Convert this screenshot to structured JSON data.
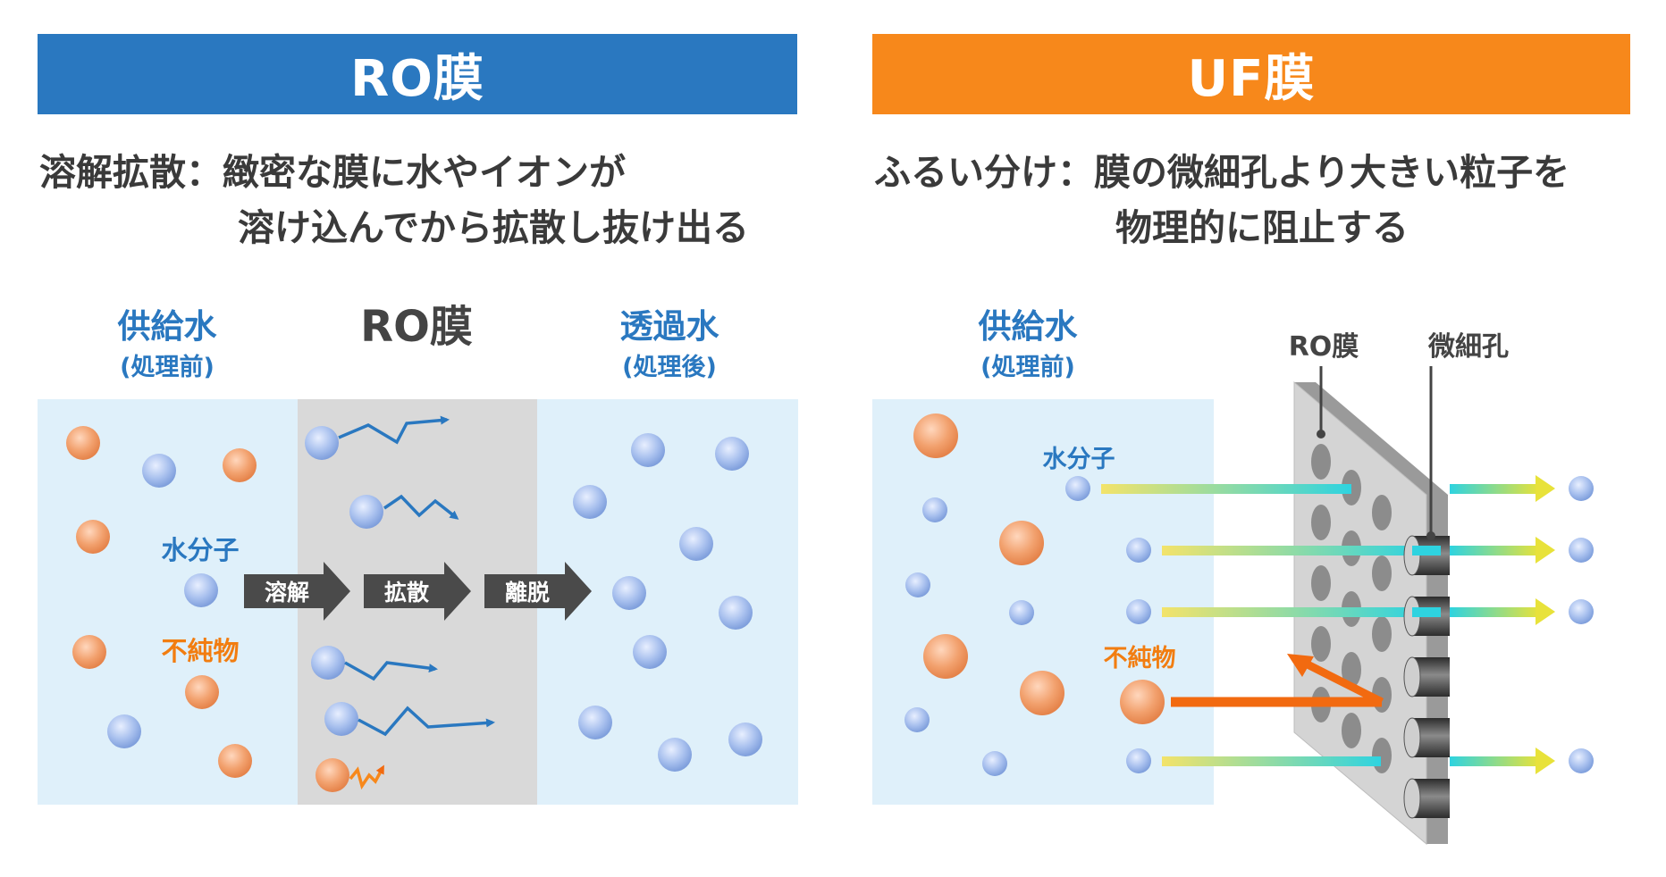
{
  "colors": {
    "ro_banner": "#2a78c0",
    "uf_banner": "#f7881b",
    "water_bg": "#dff0fa",
    "membrane_gray": "#d9d9d9",
    "water_molecule": "#a8c0ee",
    "impurity": "#f2a16e",
    "arrow_blue": "#2a78c0",
    "arrow_orange": "#f26a10"
  },
  "ro": {
    "title": "RO膜",
    "method": "溶解拡散：",
    "desc_line1": "緻密な膜に水やイオンが",
    "desc_line2": "溶け込んでから拡散し抜け出る",
    "feed_label": "供給水",
    "feed_sub": "(処理前)",
    "membrane_label": "RO膜",
    "permeate_label": "透過水",
    "permeate_sub": "(処理後)",
    "water_label": "水分子",
    "impurity_label": "不純物",
    "steps": [
      "溶解",
      "拡散",
      "離脱"
    ]
  },
  "uf": {
    "title": "UF膜",
    "method": "ふるい分け：",
    "desc_line1": "膜の微細孔より大きい粒子を",
    "desc_line2": "物理的に阻止する",
    "feed_label": "供給水",
    "feed_sub": "(処理前)",
    "membrane_label": "RO膜",
    "pore_label": "微細孔",
    "water_label": "水分子",
    "impurity_label": "不純物"
  }
}
